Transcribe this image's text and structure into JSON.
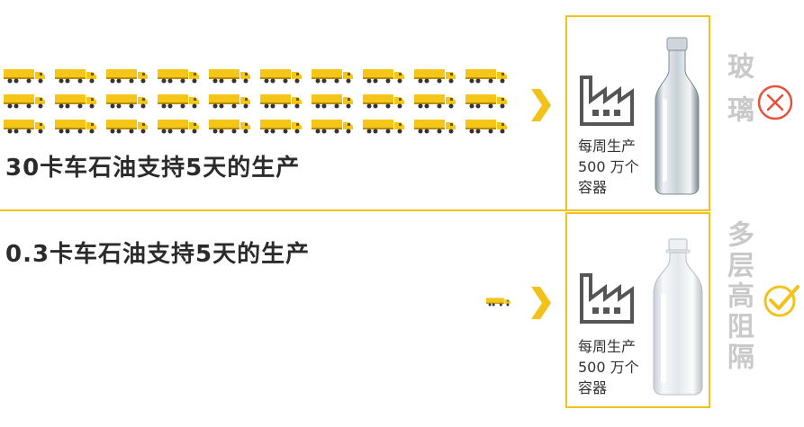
{
  "rows": [
    {
      "headline": "30卡车石油支持5天的生产",
      "caption_lines": [
        "每周生产",
        "500 万个",
        "容器"
      ],
      "material_label": "玻璃",
      "bottle_kind": "glass-bottle",
      "status": "cross",
      "status_color": "#e8503a",
      "truck_count": 30
    },
    {
      "headline": "0.3卡车石油支持5天的生产",
      "caption_lines": [
        "每周生产",
        "500 万个",
        "容器"
      ],
      "material_label": "多层高阻隔",
      "bottle_kind": "plastic-bottle",
      "status": "check",
      "status_color": "#f2c21b",
      "truck_count": 1
    }
  ],
  "colors": {
    "accent": "#f2c21b",
    "truck_yellow": "#f5c518",
    "label_gray": "#c9c9c9",
    "factory_gray": "#555555"
  }
}
